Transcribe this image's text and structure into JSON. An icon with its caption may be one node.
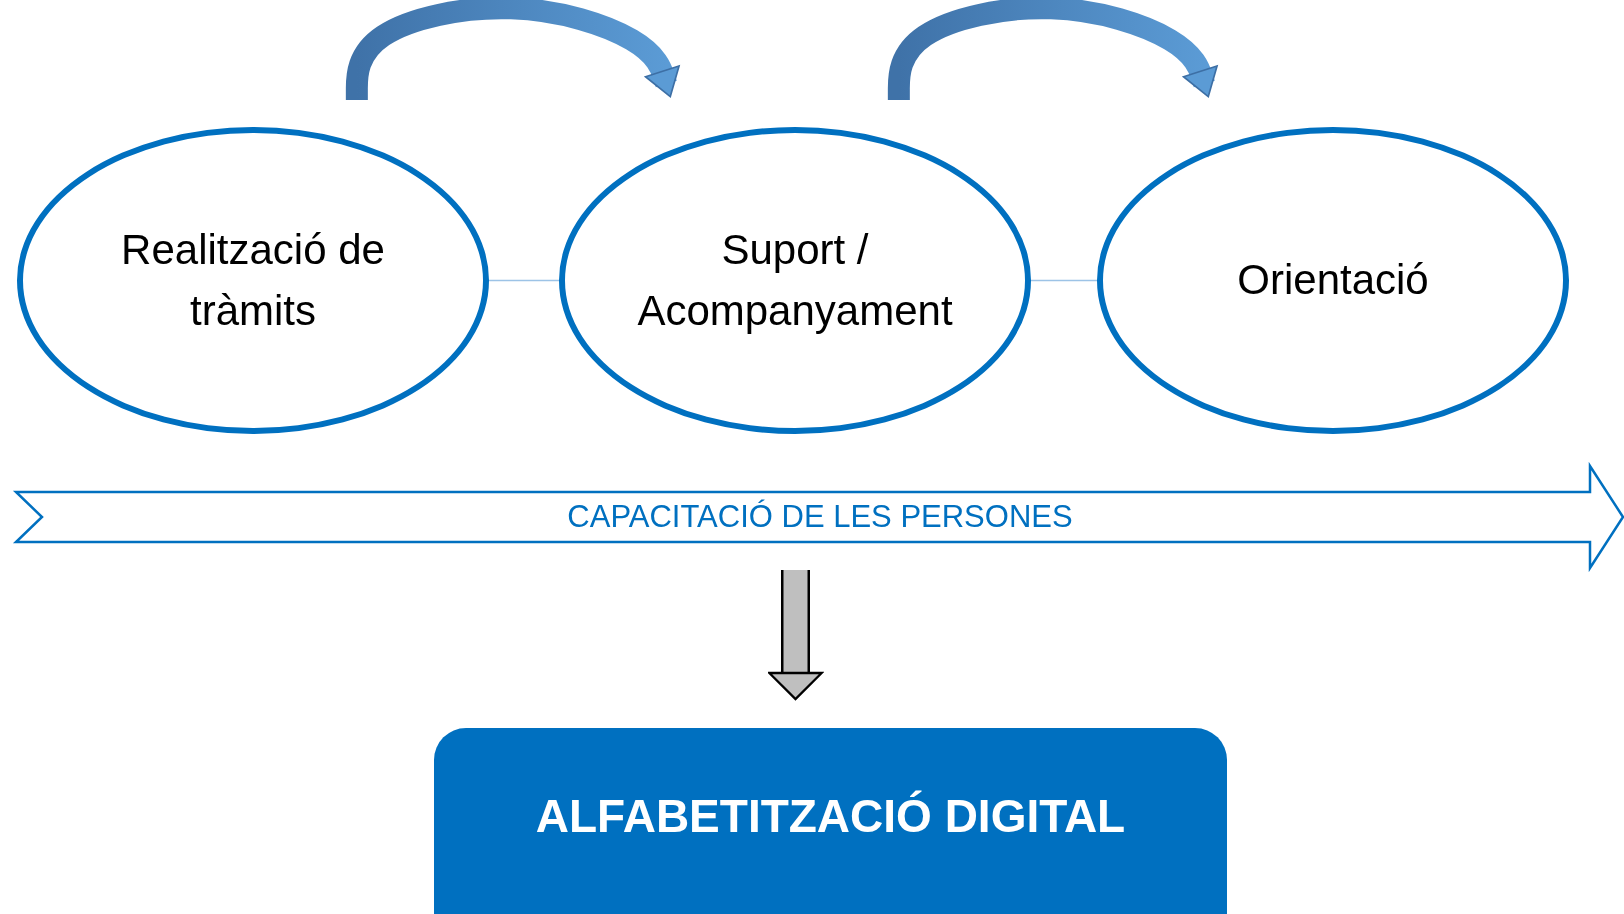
{
  "diagram": {
    "nodes": [
      {
        "text": [
          "Realització de tràmits"
        ]
      },
      {
        "text": [
          "Suport / Acompanyament"
        ]
      },
      {
        "text": [
          "Orientació"
        ]
      },
      {
        "text": [
          "CAPACITACIÓ DE LES PERSONES"
        ]
      },
      {
        "text": [
          "ALFABETITZACIÓ DIGITAL"
        ]
      }
    ],
    "edges": [
      {
        "from": 0,
        "to": 1,
        "arrow": "to",
        "style": "thick"
      },
      {
        "from": 1,
        "to": 2,
        "arrow": "to",
        "style": "thick"
      },
      {
        "from": 0,
        "to": 1,
        "arrow": "none",
        "color": "#9dc3e6"
      },
      {
        "from": 1,
        "to": 2,
        "arrow": "none",
        "color": "#9dc3e6"
      },
      {
        "from": 3,
        "to": 4,
        "arrow": "to",
        "style": "thick",
        "color": "#bfbfbf"
      }
    ]
  }
}
